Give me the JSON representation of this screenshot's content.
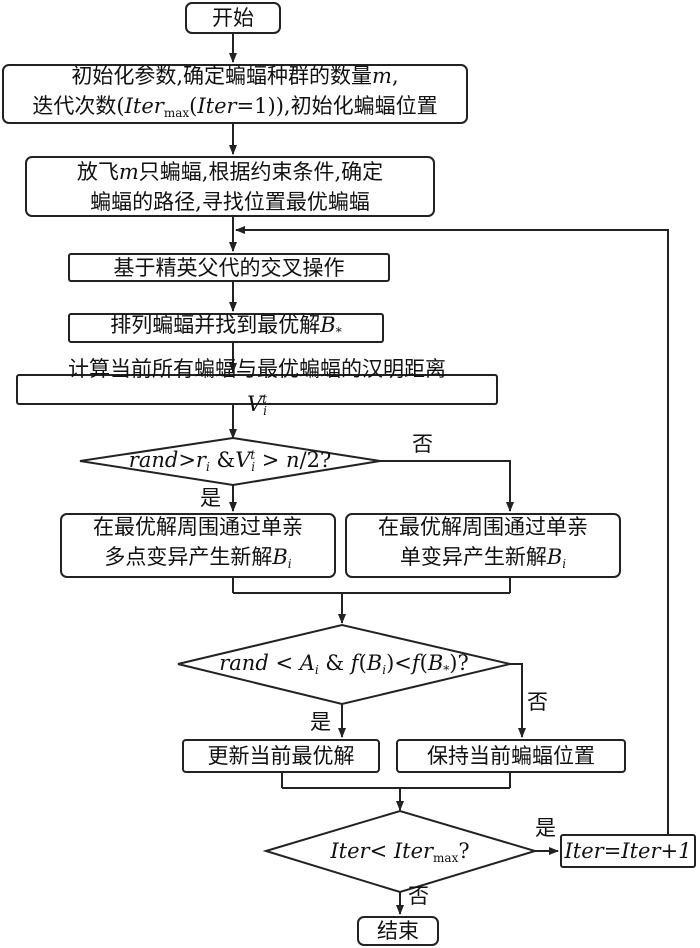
{
  "nodes": {
    "start": "开始",
    "init_line1_a": "初始化参数,确定蝙蝠种群的数量",
    "init_line1_var": "m",
    "init_line1_b": ",",
    "init_line2_a": "迭代次数(",
    "init_line2_iter": "Iter",
    "init_line2_sub": "max",
    "init_line2_b": "(",
    "init_line2_iter2": "Iter",
    "init_line2_c": "=1)),初始化蝙蝠位置",
    "fly_line1_a": "放飞",
    "fly_line1_var": "m",
    "fly_line1_b": "只蝙蝠,根据约束条件,确定",
    "fly_line2": "蝙蝠的路径,寻找位置最优蝙蝠",
    "crossover": "基于精英父代的交叉操作",
    "sort_a": "排列蝙蝠并找到最优解",
    "sort_var": "B",
    "sort_sub": "*",
    "hamming_a": "计算当前所有蝙蝠与最优蝙蝠的汉明距离",
    "hamming_var": "V",
    "hamming_sub": "i",
    "hamming_sup": "t",
    "mut_multi_line1": "在最优解周围通过单亲",
    "mut_multi_line2_a": "多点变异产生新解",
    "mut_multi_var": "B",
    "mut_multi_sub": "i",
    "mut_single_line1": "在最优解周围通过单亲",
    "mut_single_line2_a": "单变异产生新解",
    "mut_single_var": "B",
    "mut_single_sub": "i",
    "update_best": "更新当前最优解",
    "keep_pos": "保持当前蝙蝠位置",
    "iter_inc": "Iter=Iter+1",
    "end": "结束"
  },
  "decisions": {
    "d1": {
      "rand": "rand",
      "gt": ">",
      "r": "r",
      "r_sub": "i",
      "amp": " &",
      "V": "V",
      "V_sub": "i",
      "V_sup": "t",
      "gt2": " > ",
      "n": "n",
      "rest": "/2?"
    },
    "d2": {
      "rand": "rand",
      "lt": " < ",
      "A": "A",
      "A_sub": "i",
      "amp": " & ",
      "f1": "f",
      "p1": "(",
      "B1": "B",
      "B1_sub": "i",
      "p2": ")",
      "lt2": "<",
      "f2": "f",
      "p3": "(",
      "B2": "B",
      "B2_sub": "*",
      "p4": ")?"
    },
    "d3": {
      "iter": "Iter",
      "lt": "< ",
      "iter2": "Iter",
      "sub": "max",
      "q": "?"
    }
  },
  "labels": {
    "d1_no": "否",
    "d1_yes": "是",
    "d2_no": "否",
    "d2_yes": "是",
    "d3_yes": "是",
    "d3_no": "否"
  }
}
